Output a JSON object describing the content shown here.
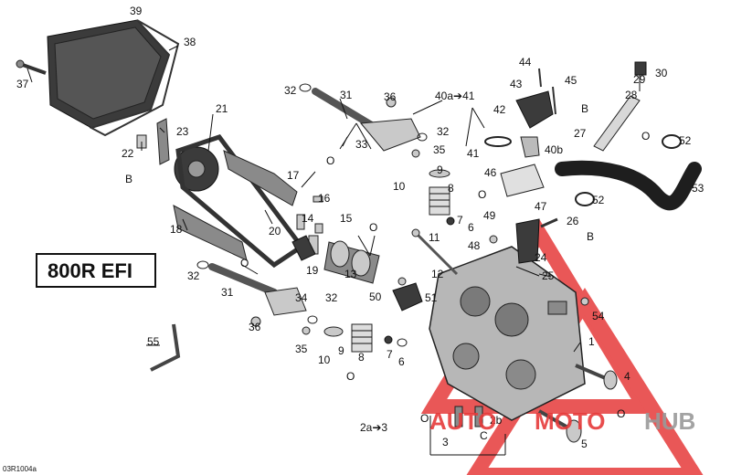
{
  "model_box": "800R EFI",
  "drawing_code": "03R1004a",
  "watermark": {
    "left": "AUTO",
    "middle": "MOTO",
    "right": "HUB",
    "color_red": "#e63a3a",
    "color_gray": "#9a9a9a"
  },
  "callouts": {
    "c1": "1",
    "c2a3": "2a➔3",
    "c2b": "2b",
    "c3": "3",
    "c4": "4",
    "c5": "5",
    "c6a": "6",
    "c6b": "6",
    "c7a": "7",
    "c7b": "7",
    "c8a": "8",
    "c8b": "8",
    "c9a": "9",
    "c9b": "9",
    "c10a": "10",
    "c10b": "10",
    "c11": "11",
    "c12": "12",
    "c13": "13",
    "c14": "14",
    "c15": "15",
    "c16": "16",
    "c17": "17",
    "c18": "18",
    "c19": "19",
    "c20": "20",
    "c21": "21",
    "c22": "22",
    "c23": "23",
    "c24": "24",
    "c25": "25",
    "c26": "26",
    "c27": "27",
    "c28": "28",
    "c29": "29",
    "c30": "30",
    "c31a": "31",
    "c31b": "31",
    "c32a": "32",
    "c32b": "32",
    "c32c": "32",
    "c32d": "32",
    "c33": "33",
    "c34": "34",
    "c35a": "35",
    "c35b": "35",
    "c36a": "36",
    "c36b": "36",
    "c37": "37",
    "c38": "38",
    "c39": "39",
    "c40a41": "40a➔41",
    "c40b": "40b",
    "c41": "41",
    "c42": "42",
    "c43": "43",
    "c44": "44",
    "c45": "45",
    "c46": "46",
    "c47": "47",
    "c48": "48",
    "c49": "49",
    "c50": "50",
    "c51": "51",
    "c52a": "52",
    "c52b": "52",
    "c53": "53",
    "c54": "54",
    "c55": "55"
  },
  "lube_marks": {
    "o1": "O",
    "o2": "O",
    "o3": "O",
    "o4": "O",
    "o5": "O",
    "o6": "O",
    "o7": "O",
    "o8": "O",
    "b1": "B",
    "b2": "B",
    "b3": "B",
    "c1": "C"
  }
}
